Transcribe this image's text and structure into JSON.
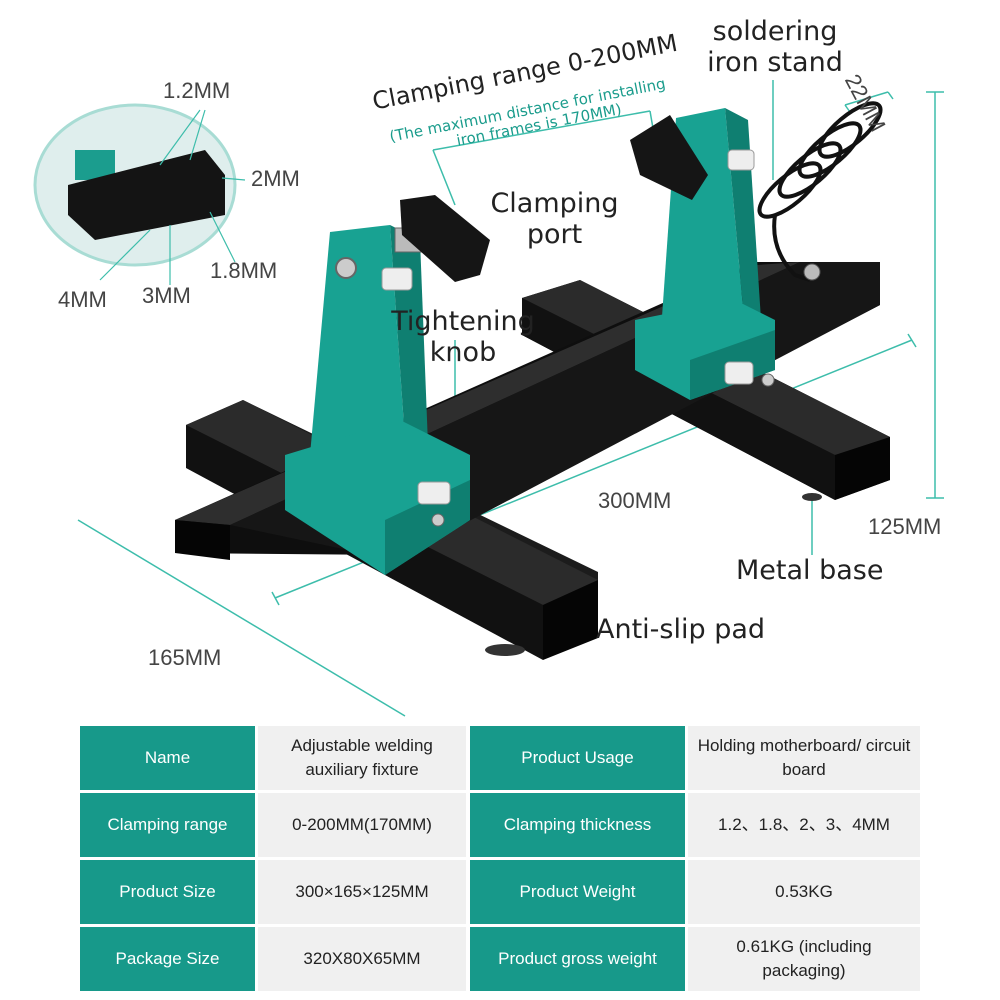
{
  "colors": {
    "teal": "#17998a",
    "accent_line": "#3dbdab",
    "metal": "#111111",
    "cell_bg": "#f0f0f0"
  },
  "labels": {
    "clamping_range_title": "Clamping range 0-200MM",
    "clamping_range_note_1": "(The maximum distance for installing",
    "clamping_range_note_2": "iron frames is 170MM)",
    "soldering_iron_stand_1": "soldering",
    "soldering_iron_stand_2": "iron stand",
    "clamping_port_1": "Clamping",
    "clamping_port_2": "port",
    "tightening_knob_1": "Tightening",
    "tightening_knob_2": "knob",
    "metal_base": "Metal base",
    "anti_slip_pad": "Anti-slip pad"
  },
  "dimensions": {
    "slot_1_2": "1.2MM",
    "slot_2": "2MM",
    "slot_1_8": "1.8MM",
    "slot_3": "3MM",
    "slot_4": "4MM",
    "spring_diameter": "22MM",
    "length": "300MM",
    "height": "125MM",
    "width": "165MM"
  },
  "specs": [
    {
      "k1": "Name",
      "v1": "Adjustable welding auxiliary fixture",
      "k2": "Product Usage",
      "v2": "Holding motherboard/ circuit board"
    },
    {
      "k1": "Clamping range",
      "v1": "0-200MM(170MM)",
      "k2": "Clamping thickness",
      "v2": "1.2、1.8、2、3、4MM"
    },
    {
      "k1": "Product Size",
      "v1": "300×165×125MM",
      "k2": "Product Weight",
      "v2": "0.53KG"
    },
    {
      "k1": "Package Size",
      "v1": "320X80X65MM",
      "k2": "Product gross weight",
      "v2": "0.61KG (including packaging)"
    }
  ]
}
